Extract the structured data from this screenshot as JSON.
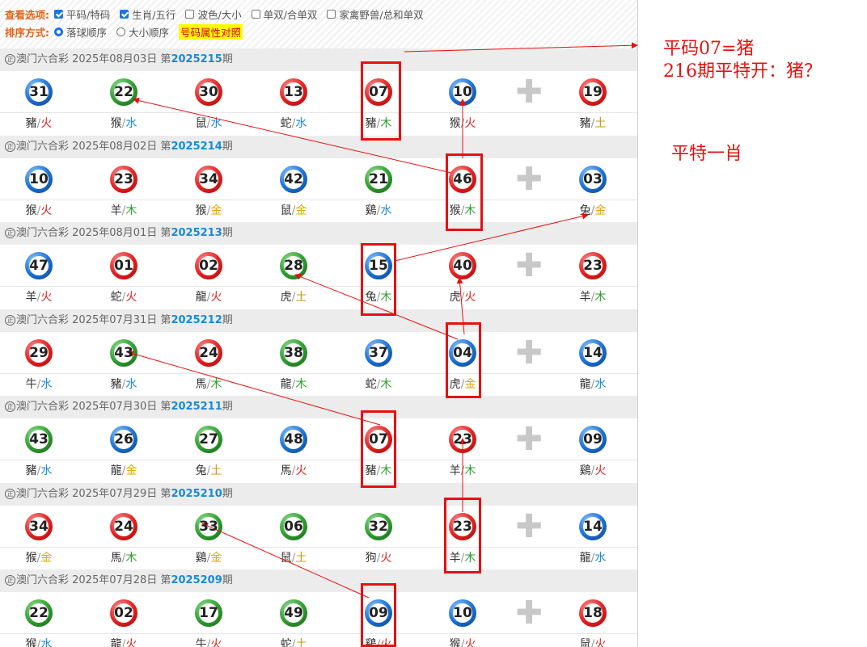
{
  "options": {
    "view_label": "查看选项:",
    "view_opts": [
      {
        "label": "平码/特码",
        "checked": true
      },
      {
        "label": "生肖/五行",
        "checked": true
      },
      {
        "label": "波色/大小",
        "checked": false
      },
      {
        "label": "单双/合单双",
        "checked": false
      },
      {
        "label": "家禽野兽/总和单双",
        "checked": false
      }
    ],
    "sort_label": "排序方式:",
    "sort_opts": [
      {
        "label": "落球顺序",
        "checked": true
      },
      {
        "label": "大小顺序",
        "checked": false
      }
    ],
    "attr_link": "号码属性对照"
  },
  "colors": {
    "red": "#e02020",
    "blue": "#1a6fd0",
    "green": "#2e9b2e",
    "fire": "#e02020",
    "water": "#1a8ad4",
    "wood": "#2e9b2e",
    "earth": "#c79a00",
    "metal": "#e0a800"
  },
  "draws": [
    {
      "prefix": "澳门六合彩 2025年08月03日 第",
      "no": "2025215",
      "suffix": "期",
      "balls": [
        {
          "n": "31",
          "c": "blue",
          "z": "豬",
          "e": "火"
        },
        {
          "n": "22",
          "c": "green",
          "z": "猴",
          "e": "水"
        },
        {
          "n": "30",
          "c": "red",
          "z": "鼠",
          "e": "水"
        },
        {
          "n": "13",
          "c": "red",
          "z": "蛇",
          "e": "水"
        },
        {
          "n": "07",
          "c": "red",
          "z": "豬",
          "e": "木"
        },
        {
          "n": "10",
          "c": "blue",
          "z": "猴",
          "e": "火"
        },
        {
          "n": "19",
          "c": "red",
          "z": "豬",
          "e": "土"
        }
      ]
    },
    {
      "prefix": "澳门六合彩 2025年08月02日 第",
      "no": "2025214",
      "suffix": "期",
      "balls": [
        {
          "n": "10",
          "c": "blue",
          "z": "猴",
          "e": "火"
        },
        {
          "n": "23",
          "c": "red",
          "z": "羊",
          "e": "木"
        },
        {
          "n": "34",
          "c": "red",
          "z": "猴",
          "e": "金"
        },
        {
          "n": "42",
          "c": "blue",
          "z": "鼠",
          "e": "金"
        },
        {
          "n": "21",
          "c": "green",
          "z": "鷄",
          "e": "水"
        },
        {
          "n": "46",
          "c": "red",
          "z": "猴",
          "e": "木"
        },
        {
          "n": "03",
          "c": "blue",
          "z": "兔",
          "e": "金"
        }
      ]
    },
    {
      "prefix": "澳门六合彩 2025年08月01日 第",
      "no": "2025213",
      "suffix": "期",
      "balls": [
        {
          "n": "47",
          "c": "blue",
          "z": "羊",
          "e": "火"
        },
        {
          "n": "01",
          "c": "red",
          "z": "蛇",
          "e": "火"
        },
        {
          "n": "02",
          "c": "red",
          "z": "龍",
          "e": "火"
        },
        {
          "n": "28",
          "c": "green",
          "z": "虎",
          "e": "土"
        },
        {
          "n": "15",
          "c": "blue",
          "z": "兔",
          "e": "木"
        },
        {
          "n": "40",
          "c": "red",
          "z": "虎",
          "e": "火"
        },
        {
          "n": "23",
          "c": "red",
          "z": "羊",
          "e": "木"
        }
      ]
    },
    {
      "prefix": "澳门六合彩 2025年07月31日 第",
      "no": "2025212",
      "suffix": "期",
      "balls": [
        {
          "n": "29",
          "c": "red",
          "z": "牛",
          "e": "水"
        },
        {
          "n": "43",
          "c": "green",
          "z": "豬",
          "e": "水"
        },
        {
          "n": "24",
          "c": "red",
          "z": "馬",
          "e": "木"
        },
        {
          "n": "38",
          "c": "green",
          "z": "龍",
          "e": "木"
        },
        {
          "n": "37",
          "c": "blue",
          "z": "蛇",
          "e": "木"
        },
        {
          "n": "04",
          "c": "blue",
          "z": "虎",
          "e": "金"
        },
        {
          "n": "14",
          "c": "blue",
          "z": "龍",
          "e": "水"
        }
      ]
    },
    {
      "prefix": "澳门六合彩 2025年07月30日 第",
      "no": "2025211",
      "suffix": "期",
      "balls": [
        {
          "n": "43",
          "c": "green",
          "z": "豬",
          "e": "水"
        },
        {
          "n": "26",
          "c": "blue",
          "z": "龍",
          "e": "金"
        },
        {
          "n": "27",
          "c": "green",
          "z": "兔",
          "e": "土"
        },
        {
          "n": "48",
          "c": "blue",
          "z": "馬",
          "e": "火"
        },
        {
          "n": "07",
          "c": "red",
          "z": "豬",
          "e": "木"
        },
        {
          "n": "23",
          "c": "red",
          "z": "羊",
          "e": "木"
        },
        {
          "n": "09",
          "c": "blue",
          "z": "鷄",
          "e": "火"
        }
      ]
    },
    {
      "prefix": "澳门六合彩 2025年07月29日 第",
      "no": "2025210",
      "suffix": "期",
      "balls": [
        {
          "n": "34",
          "c": "red",
          "z": "猴",
          "e": "金"
        },
        {
          "n": "24",
          "c": "red",
          "z": "馬",
          "e": "木"
        },
        {
          "n": "33",
          "c": "green",
          "z": "鷄",
          "e": "金"
        },
        {
          "n": "06",
          "c": "green",
          "z": "鼠",
          "e": "土"
        },
        {
          "n": "32",
          "c": "green",
          "z": "狗",
          "e": "火"
        },
        {
          "n": "23",
          "c": "red",
          "z": "羊",
          "e": "木"
        },
        {
          "n": "14",
          "c": "blue",
          "z": "龍",
          "e": "水"
        }
      ]
    },
    {
      "prefix": "澳门六合彩 2025年07月28日 第",
      "no": "2025209",
      "suffix": "期",
      "balls": [
        {
          "n": "22",
          "c": "green",
          "z": "猴",
          "e": "水"
        },
        {
          "n": "02",
          "c": "red",
          "z": "龍",
          "e": "火"
        },
        {
          "n": "17",
          "c": "green",
          "z": "牛",
          "e": "火"
        },
        {
          "n": "49",
          "c": "green",
          "z": "蛇",
          "e": "土"
        },
        {
          "n": "09",
          "c": "blue",
          "z": "鷄",
          "e": "火"
        },
        {
          "n": "10",
          "c": "blue",
          "z": "猴",
          "e": "火"
        },
        {
          "n": "18",
          "c": "red",
          "z": "鼠",
          "e": "火"
        }
      ]
    }
  ],
  "notes": {
    "line1": "平码07=猪",
    "line2": "216期平特开：猪？",
    "line3": "平特一肖"
  }
}
